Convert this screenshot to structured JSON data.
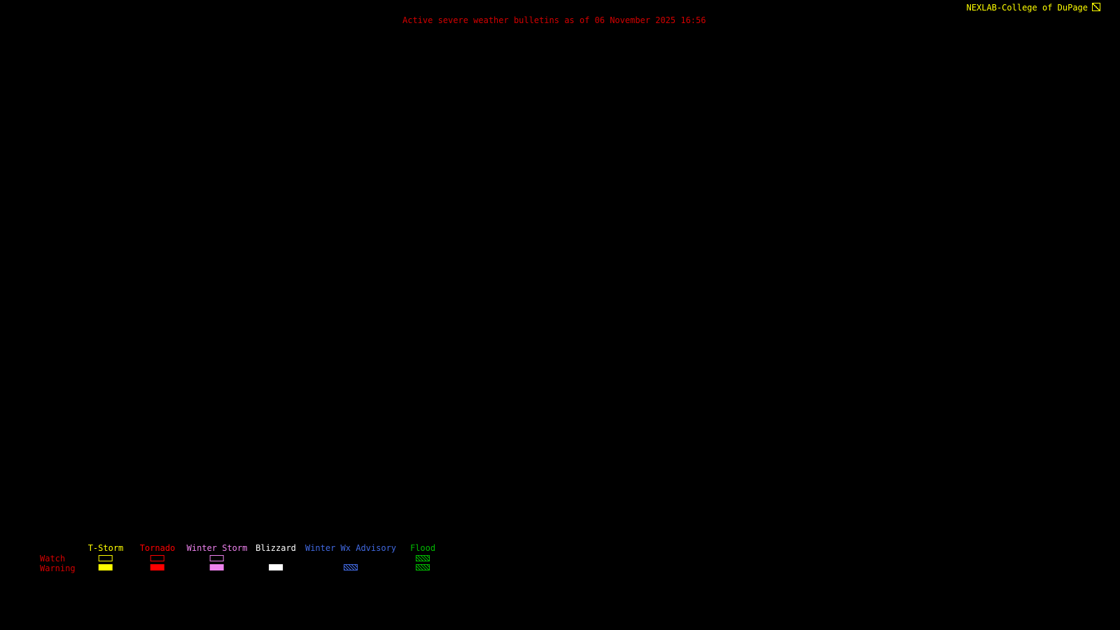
{
  "header": {
    "brand": "NEXLAB-College of DuPage",
    "brand_color": "#ffff00",
    "title": "Active severe weather bulletins as of 06 November 2025 16:56",
    "title_color": "#d40000"
  },
  "legend": {
    "row_label_color": "#d40000",
    "row_labels": {
      "watch": "Watch",
      "warning": "Warning"
    },
    "columns": [
      {
        "label": "T-Storm",
        "color": "#ffff00",
        "watch": "outline",
        "warning": "fill"
      },
      {
        "label": "Tornado",
        "color": "#ff0000",
        "watch": "outline",
        "warning": "fill"
      },
      {
        "label": "Winter Storm",
        "color": "#ee82ee",
        "watch": "outline",
        "warning": "fill"
      },
      {
        "label": "Blizzard",
        "color": "#ffffff",
        "watch": "none",
        "warning": "fill"
      },
      {
        "label": "Winter Wx Advisory",
        "color": "#4169e1",
        "watch": "none",
        "warning": "hatch"
      },
      {
        "label": "Flood",
        "color": "#00bb00",
        "watch": "hatch",
        "warning": "hatch"
      }
    ]
  }
}
